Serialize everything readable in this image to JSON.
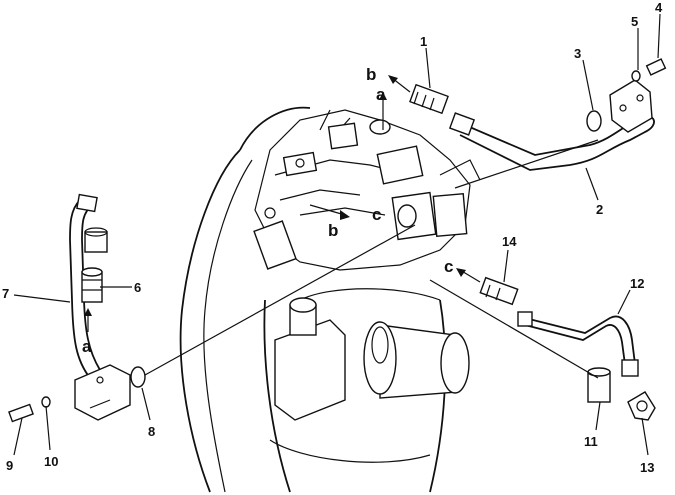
{
  "callouts": {
    "n1": "1",
    "n2": "2",
    "n3": "3",
    "n4": "4",
    "n5": "5",
    "n6": "6",
    "n7": "7",
    "n8": "8",
    "n9": "9",
    "n10": "10",
    "n11": "11",
    "n12": "12",
    "n13": "13",
    "n14": "14"
  },
  "connection_letters": {
    "b_top": "b",
    "a_top": "a",
    "b_mid": "b",
    "c_mid": "c",
    "c_right": "c",
    "a_left": "a"
  }
}
